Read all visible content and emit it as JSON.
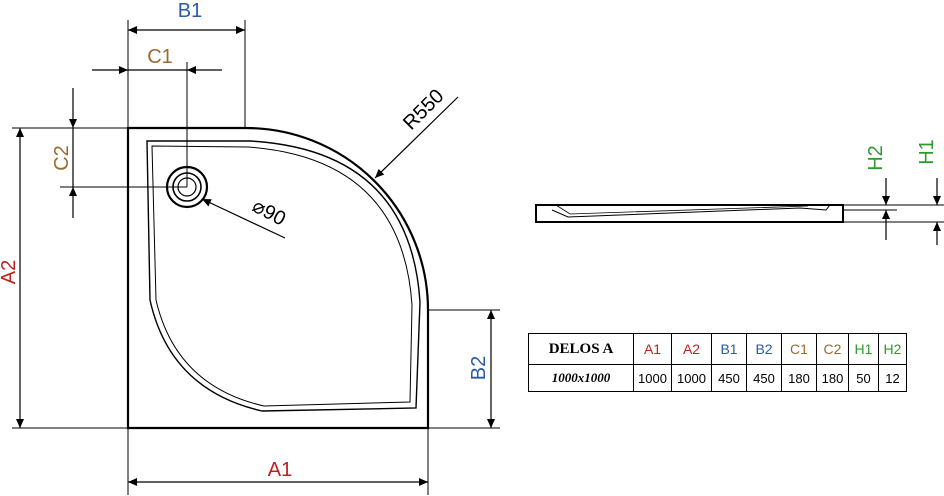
{
  "labels": {
    "a1": "A1",
    "a2": "A2",
    "b1": "B1",
    "b2": "B2",
    "c1": "C1",
    "c2": "C2",
    "h1": "H1",
    "h2": "H2",
    "radius": "R550",
    "drain_diameter": "⌀90"
  },
  "colors": {
    "a": "#c0201e",
    "b": "#2a5aa8",
    "c": "#9a6a30",
    "h": "#2e9a2e",
    "line": "#000000"
  },
  "table": {
    "model": "DELOS A",
    "size": "1000x1000",
    "headers": [
      "A1",
      "A2",
      "B1",
      "B2",
      "C1",
      "C2",
      "H1",
      "H2"
    ],
    "values": [
      "1000",
      "1000",
      "450",
      "450",
      "180",
      "180",
      "50",
      "12"
    ]
  }
}
